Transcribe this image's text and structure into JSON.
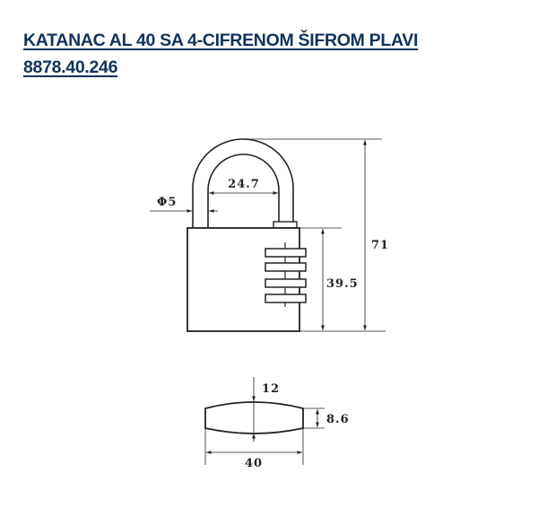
{
  "header": {
    "title": "KATANAC AL 40 SA 4-CIFRENOM ŠIFROM PLAVI",
    "code": "8878.40.246"
  },
  "drawing": {
    "front_view": {
      "shackle_inner_width": "24.7",
      "shackle_diameter": "Φ5",
      "total_height": "71",
      "body_height": "39.5",
      "dial_count": 4
    },
    "bottom_view": {
      "thickness_center": "12",
      "thickness_edge": "8.6",
      "width": "40"
    }
  }
}
